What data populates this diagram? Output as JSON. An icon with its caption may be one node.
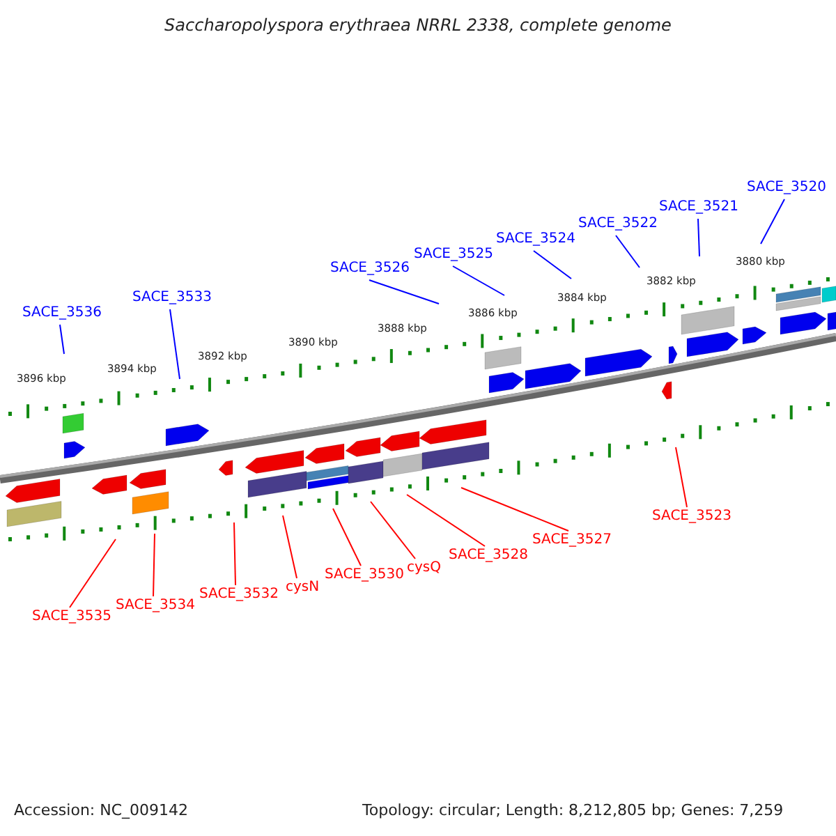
{
  "diagram": {
    "title": "Saccharopolyspora erythraea NRRL 2338, complete genome",
    "nodes": [
      {
        "text": [
          "SACE_3536"
        ]
      },
      {
        "text": [
          "SACE_3533"
        ]
      },
      {
        "text": [
          "SACE_3526"
        ]
      },
      {
        "text": [
          "SACE_3525"
        ]
      },
      {
        "text": [
          "SACE_3524"
        ]
      },
      {
        "text": [
          "SACE_3522"
        ]
      },
      {
        "text": [
          "SACE_3521"
        ]
      },
      {
        "text": [
          "SACE_3520"
        ]
      },
      {
        "text": [
          "SACE_3535"
        ]
      },
      {
        "text": [
          "SACE_3534"
        ]
      },
      {
        "text": [
          "SACE_3532"
        ]
      },
      {
        "text": [
          "cysN"
        ]
      },
      {
        "text": [
          "SACE_3530"
        ]
      },
      {
        "text": [
          "cysQ"
        ]
      },
      {
        "text": [
          "SACE_3528"
        ]
      },
      {
        "text": [
          "SACE_3527"
        ]
      },
      {
        "text": [
          "SACE_3523"
        ]
      }
    ],
    "edges": [
      {
        "from": 0,
        "to": null,
        "arrow": "none",
        "color": "#0000ff"
      },
      {
        "from": 1,
        "to": null,
        "arrow": "none",
        "color": "#0000ff"
      },
      {
        "from": 2,
        "to": null,
        "arrow": "none",
        "color": "#0000ff"
      },
      {
        "from": 3,
        "to": null,
        "arrow": "none",
        "color": "#0000ff"
      },
      {
        "from": 4,
        "to": null,
        "arrow": "none",
        "color": "#0000ff"
      },
      {
        "from": 5,
        "to": null,
        "arrow": "none",
        "color": "#0000ff"
      },
      {
        "from": 6,
        "to": null,
        "arrow": "none",
        "color": "#0000ff"
      },
      {
        "from": 7,
        "to": null,
        "arrow": "none",
        "color": "#0000ff"
      },
      {
        "from": 8,
        "to": null,
        "arrow": "none",
        "color": "#ff0000"
      },
      {
        "from": 9,
        "to": null,
        "arrow": "none",
        "color": "#ff0000"
      },
      {
        "from": 10,
        "to": null,
        "arrow": "none",
        "color": "#ff0000"
      },
      {
        "from": 11,
        "to": null,
        "arrow": "none",
        "color": "#ff0000"
      },
      {
        "from": 12,
        "to": null,
        "arrow": "none",
        "color": "#ff0000"
      },
      {
        "from": 13,
        "to": null,
        "arrow": "none",
        "color": "#ff0000"
      },
      {
        "from": 14,
        "to": null,
        "arrow": "none",
        "color": "#ff0000"
      },
      {
        "from": 15,
        "to": null,
        "arrow": "none",
        "color": "#ff0000"
      },
      {
        "from": 16,
        "to": null,
        "arrow": "none",
        "color": "#ff0000"
      }
    ],
    "labels": [
      "3896 kbp",
      "3894 kbp",
      "3892 kbp",
      "3890 kbp",
      "3888 kbp",
      "3886 kbp",
      "3884 kbp",
      "3882 kbp",
      "3880 kbp",
      "Accession: NC_009142",
      "Topology: circular; Length: 8,212,805 bp; Genes: 7,259"
    ]
  }
}
